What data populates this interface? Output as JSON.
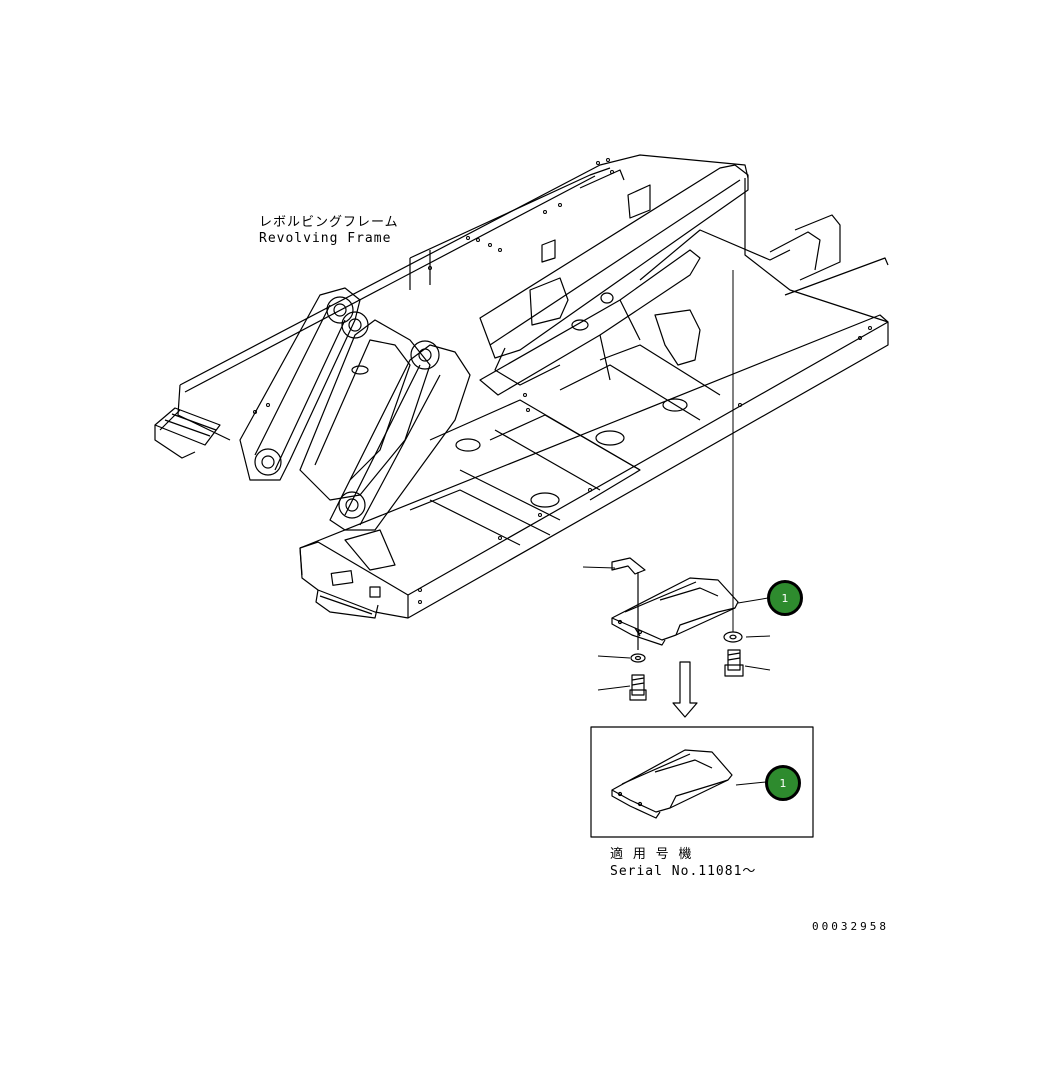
{
  "labels": {
    "frame_jp": "レボルビングフレーム",
    "frame_en": "Revolving Frame",
    "serial_jp": "適 用 号 機",
    "serial_en": "Serial No.11081～",
    "drawing_no": "00032958"
  },
  "callouts": [
    {
      "number": "1"
    },
    {
      "number": "1"
    }
  ],
  "colors": {
    "callout_fill": "#2e8b2e",
    "line": "#000000"
  }
}
